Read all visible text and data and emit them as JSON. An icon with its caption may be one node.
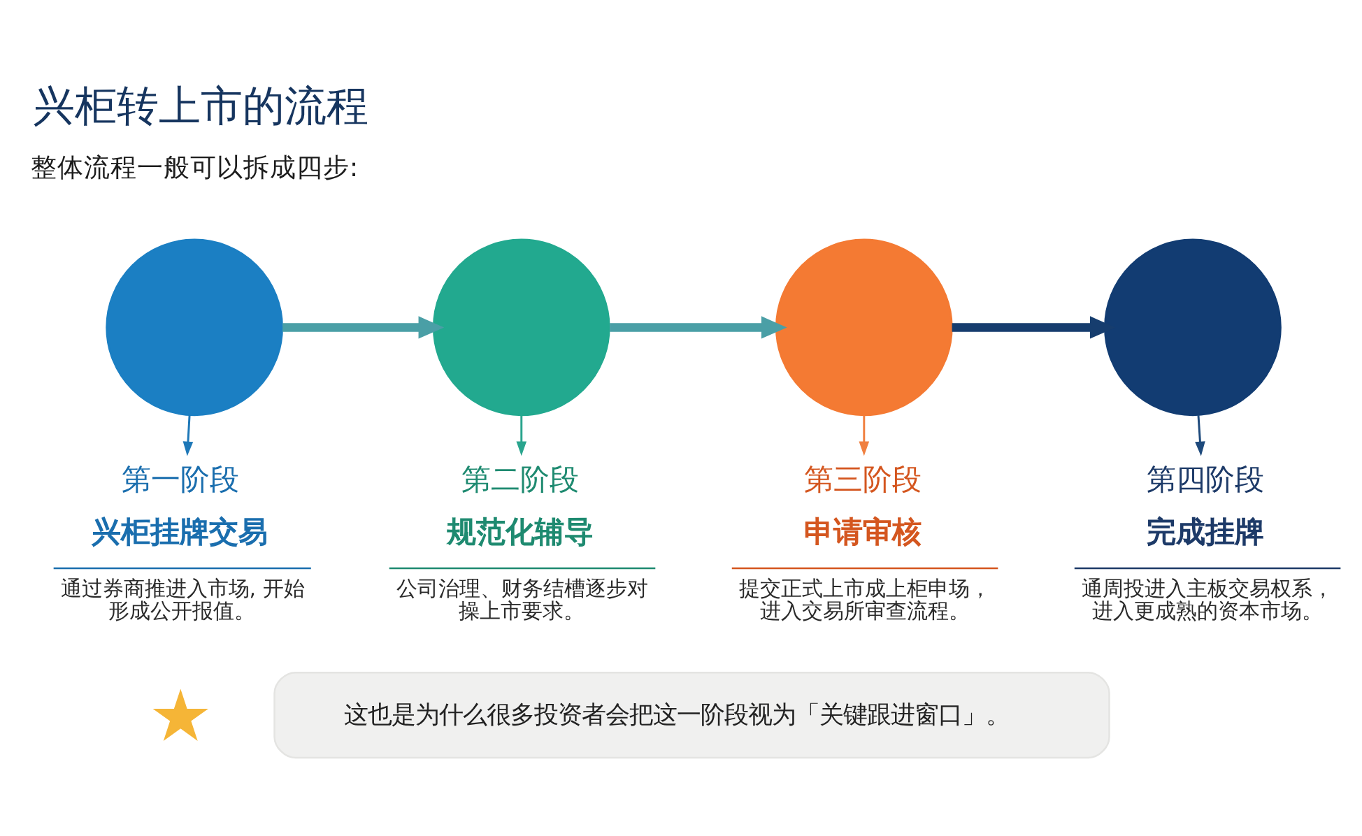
{
  "diagram": {
    "title": "兴柜转上市的流程",
    "nodes": [
      {
        "text": [],
        "shape": "circle"
      },
      {
        "text": [],
        "shape": "circle"
      },
      {
        "text": [],
        "shape": "circle"
      },
      {
        "text": [],
        "shape": "circle"
      },
      {
        "text": [
          "第一阶段",
          "兴柜挂牌交易",
          "通过券商推进入市场, 开始形成公开报值。"
        ]
      },
      {
        "text": [
          "第二阶段",
          "规范化辅导",
          "公司治理、财务结槽逐步对操上市要求。"
        ]
      },
      {
        "text": [
          "第三阶段",
          "申请审核",
          "提交正式上市成上柜申场，进入交易所审查流程。"
        ]
      },
      {
        "text": [
          "第四阶段",
          "完成挂牌",
          "通周投进入主板交易权系，进入更成熟的资本市场。"
        ]
      },
      {
        "text": [],
        "shape": "star"
      },
      {
        "text": [
          "这也是为什么很多投资者会把这一阶段视为「关键跟进窗口」。"
        ]
      }
    ],
    "edges": [
      {
        "from": 0,
        "to": 1,
        "arrow": "to",
        "style": "thick",
        "color": "#4a9fa6"
      },
      {
        "from": 1,
        "to": 2,
        "arrow": "to",
        "style": "thick",
        "color": "#4a9fa6"
      },
      {
        "from": 2,
        "to": 3,
        "arrow": "to",
        "style": "thick",
        "color": "#163d6e"
      },
      {
        "from": 0,
        "to": 4,
        "arrow": "to",
        "color": "#1e78b8"
      },
      {
        "from": 1,
        "to": 5,
        "arrow": "to",
        "color": "#2aa58e"
      },
      {
        "from": 2,
        "to": 6,
        "arrow": "to",
        "color": "#f08040"
      },
      {
        "from": 3,
        "to": 7,
        "arrow": "to",
        "color": "#1e4a7c"
      }
    ],
    "labels": [
      "整体流程一般可以拆成四步:"
    ]
  }
}
